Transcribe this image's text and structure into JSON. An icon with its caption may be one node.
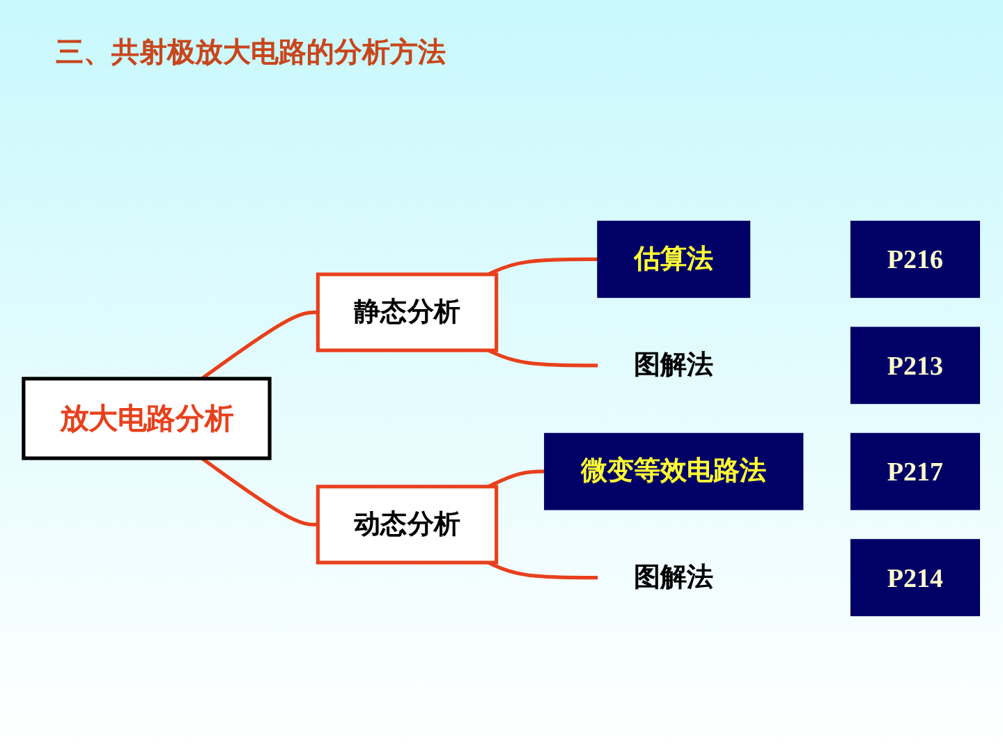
{
  "diagram": {
    "title": "三、共射极放大电路的分析方法",
    "nodes": [
      {
        "text": [
          "放大电路分析"
        ]
      },
      {
        "text": [
          "静态分析"
        ]
      },
      {
        "text": [
          "估算法"
        ]
      },
      {
        "text": [
          "P216"
        ]
      },
      {
        "text": [
          "图解法"
        ]
      },
      {
        "text": [
          "P213"
        ]
      },
      {
        "text": [
          "动态分析"
        ]
      },
      {
        "text": [
          "微变等效电路法"
        ]
      },
      {
        "text": [
          "P217"
        ]
      },
      {
        "text": [
          "图解法"
        ]
      },
      {
        "text": [
          "P214"
        ]
      }
    ],
    "edges": [
      {
        "from": 0,
        "to": 1,
        "arrow": "none",
        "color": "#e8401c"
      },
      {
        "from": 0,
        "to": 6,
        "arrow": "none",
        "color": "#e8401c"
      },
      {
        "from": 1,
        "to": 2,
        "arrow": "none",
        "color": "#e8401c"
      },
      {
        "from": 1,
        "to": 4,
        "arrow": "none",
        "color": "#e8401c"
      },
      {
        "from": 6,
        "to": 7,
        "arrow": "none",
        "color": "#e8401c"
      },
      {
        "from": 6,
        "to": 9,
        "arrow": "none",
        "color": "#e8401c"
      }
    ]
  }
}
